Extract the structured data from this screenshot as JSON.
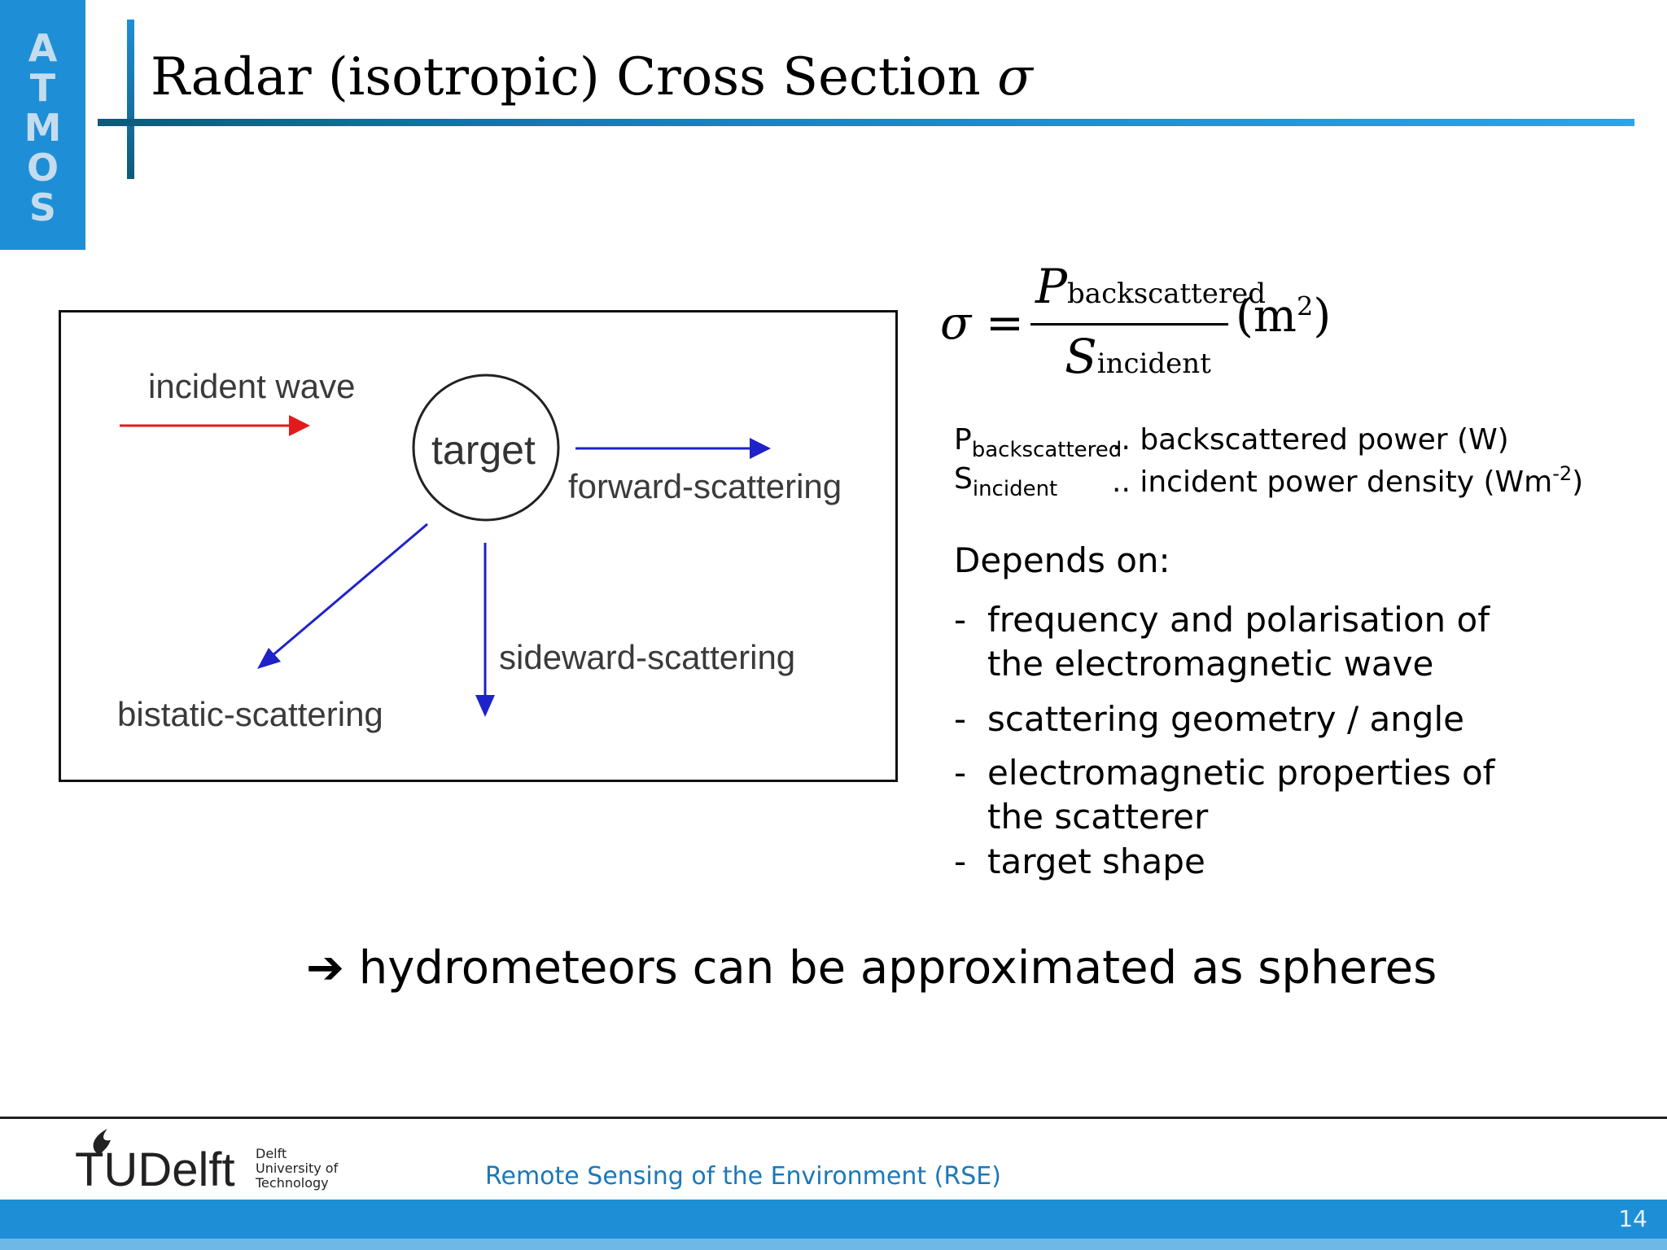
{
  "brand_strip": {
    "letters": [
      "A",
      "T",
      "M",
      "O",
      "S"
    ]
  },
  "title": {
    "text": "Radar (isotropic) Cross Section",
    "symbol": "σ"
  },
  "diagram": {
    "incident": "incident wave",
    "target": "target",
    "forward": "forward-scattering",
    "bistatic": "bistatic-scattering",
    "sideward": "sideward-scattering",
    "incident_color": "#e31a1c",
    "scatter_color": "#1f22c8"
  },
  "formula": {
    "lhs": "σ =",
    "num_var": "P",
    "num_sub": "backscattered",
    "den_var": "S",
    "den_sub": "incident",
    "unit_open": "(m",
    "unit_sup": "2",
    "unit_close": ")"
  },
  "definitions": [
    {
      "var": "P",
      "sub": "backscattered",
      "text": ".. backscattered power (W)"
    },
    {
      "var": "S",
      "sub": "incident",
      "text": ".. incident power density (Wm",
      "sup": "-2",
      "tail": ")"
    }
  ],
  "depends": {
    "heading": "Depends on:",
    "items": [
      {
        "line1": "frequency and polarisation of",
        "line2": "the electromagnetic wave"
      },
      {
        "line1": "scattering geometry / angle"
      },
      {
        "line1": "electromagnetic properties of",
        "line2": "the scatterer"
      },
      {
        "line1": "target shape"
      }
    ],
    "dash": "-"
  },
  "conclusion": {
    "arrow": "➔",
    "text": "hydrometeors can be approximated as spheres"
  },
  "footer": {
    "logo_main": "TUDelft",
    "logo_line1": "Delft",
    "logo_line2": "University of",
    "logo_line3": "Technology",
    "text": "Remote Sensing of the Environment (RSE)",
    "page": "14"
  },
  "colors": {
    "accent": "#1e8fd6",
    "footer_text": "#1b78b8"
  }
}
